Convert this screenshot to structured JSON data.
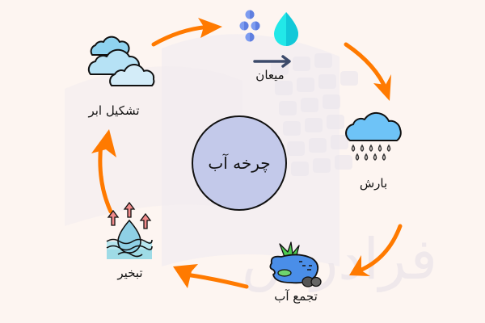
{
  "diagram": {
    "title": "چرخه آب",
    "background_color": "#fdf5f1",
    "arrow_color": "#ff7a00",
    "center_circle_color": "#c3c9ea",
    "stages": [
      {
        "id": "condensation",
        "label": "میعان",
        "icon": "droplets-condensation-icon"
      },
      {
        "id": "precipitation",
        "label": "بارش",
        "icon": "rain-cloud-icon"
      },
      {
        "id": "collection",
        "label": "تجمع آب",
        "icon": "pond-icon"
      },
      {
        "id": "evaporation",
        "label": "تبخیر",
        "icon": "evaporation-icon"
      },
      {
        "id": "cloud_formation",
        "label": "تشکیل ابر",
        "icon": "clouds-icon"
      }
    ],
    "watermark": "فرادرس"
  }
}
